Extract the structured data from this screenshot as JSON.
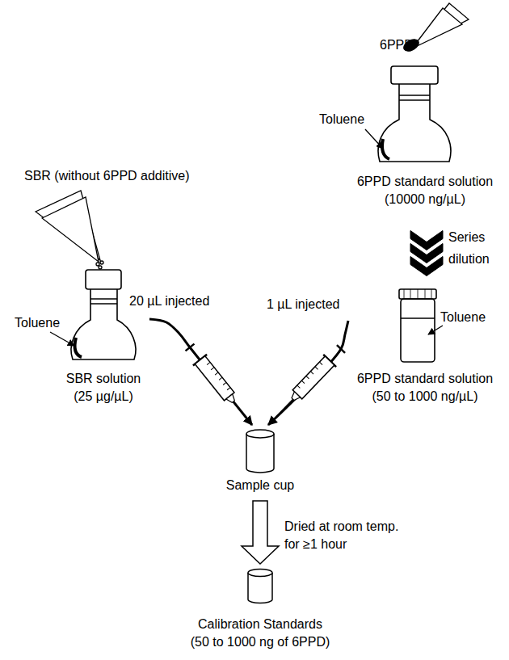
{
  "diagram": {
    "nodes": [
      {
        "text": [
          "Toluene",
          "6PPD standard solution (10000 ng/µL)"
        ]
      },
      {
        "text": [
          "Toluene",
          "SBR solution (25 µg/µL)"
        ]
      },
      {
        "text": [
          "Toluene",
          "6PPD standard solution (50 to 1000 ng/µL)"
        ]
      },
      {
        "text": [
          "Sample cup"
        ]
      },
      {
        "text": [
          "Calibration Standards (50 to 1000 ng of 6PPD)"
        ]
      }
    ],
    "edges": [
      {
        "from": 0,
        "to": 2,
        "label": "Series dilution",
        "arrow": "to"
      },
      {
        "from": 1,
        "to": 3,
        "label": "20 µL injected",
        "arrow": "to"
      },
      {
        "from": 2,
        "to": 3,
        "label": "1 µL injected",
        "arrow": "to"
      },
      {
        "from": 3,
        "to": 4,
        "label": "Dried at room temp. for ≥1 hour",
        "arrow": "to"
      }
    ],
    "labels": [
      "6PPD",
      "SBR (without 6PPD additive)"
    ]
  }
}
